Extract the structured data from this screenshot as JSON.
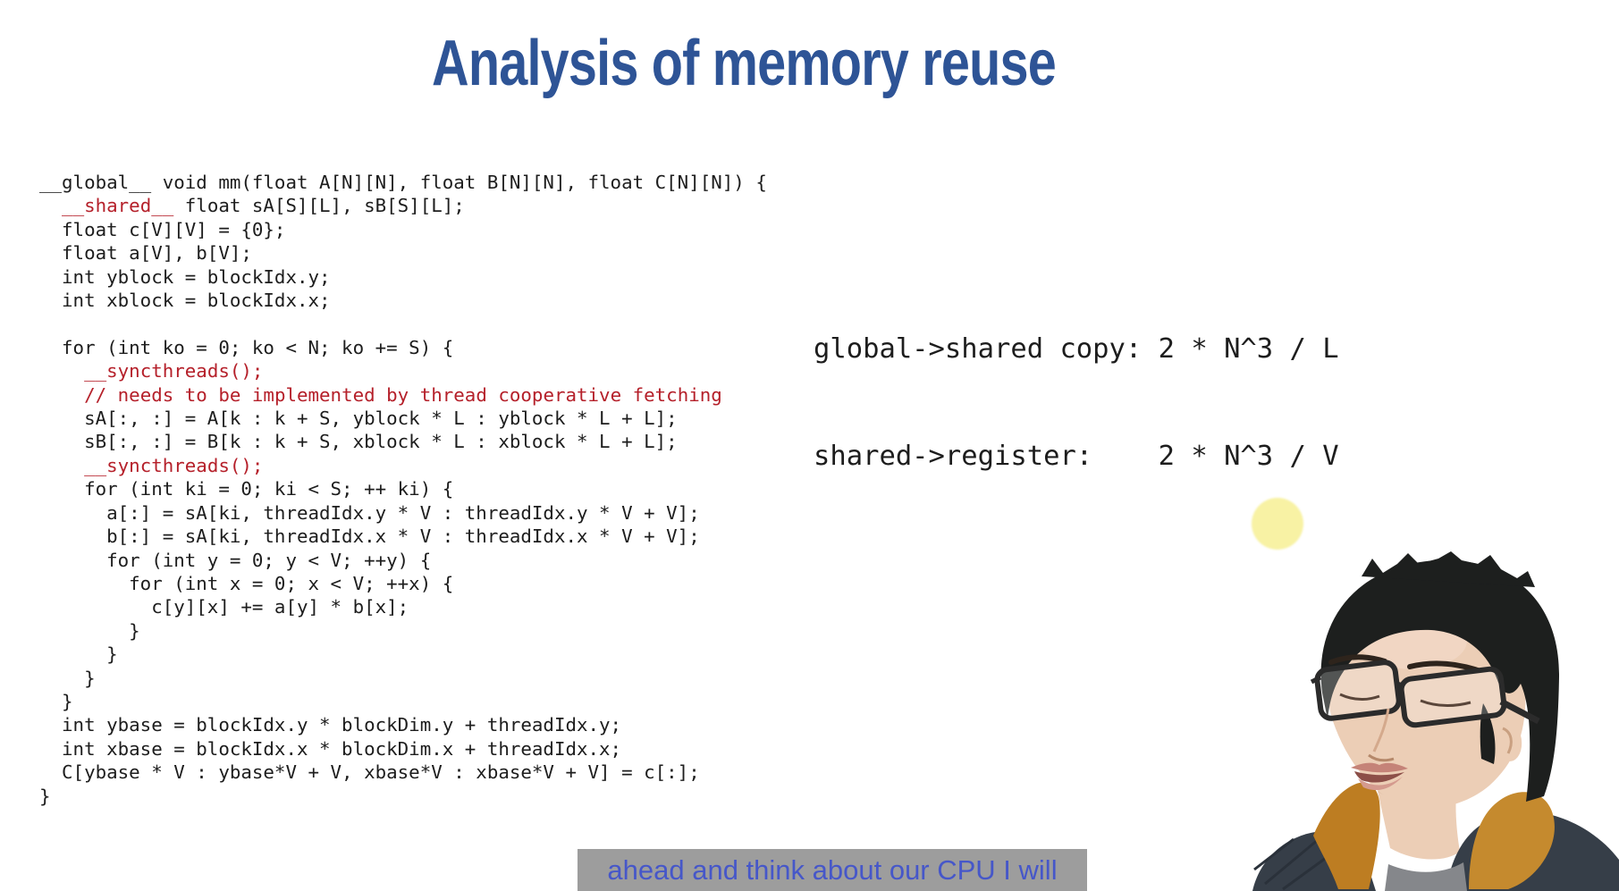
{
  "theme": {
    "bg": "#ffffff",
    "title_color": "#2e5496",
    "code_ink": "#1d1d1d",
    "code_red": "#b5202a",
    "caption_bg": "#9d9d9d",
    "caption_fg": "#4657c9",
    "pointer_color": "#f8f2a4",
    "presenter": {
      "hair": "#1d1f1e",
      "skin": "#ecceb6",
      "skin_shadow": "#c9a081",
      "jacket": "#363e48",
      "jacket_line": "#2a313a",
      "hood_lining": "#bd7d22",
      "hood_lining_bright": "#c58a2e",
      "shirt": "#85878b",
      "glasses": "#2b2b2b",
      "lips": "#c58378",
      "mouth_inner": "#8c4f48",
      "lower_lip": "#d49a8e"
    }
  },
  "title": "Analysis of memory reuse",
  "code": {
    "lines": [
      [
        {
          "t": "__global__ void mm(float A[N][N], float B[N][N], float C[N][N]) {",
          "c": "k"
        }
      ],
      [
        {
          "t": "  ",
          "c": "k"
        },
        {
          "t": "__shared__",
          "c": "r"
        },
        {
          "t": " float sA[S][L], sB[S][L];",
          "c": "k"
        }
      ],
      [
        {
          "t": "  float c[V][V] = {0};",
          "c": "k"
        }
      ],
      [
        {
          "t": "  float a[V], b[V];",
          "c": "k"
        }
      ],
      [
        {
          "t": "  int yblock = blockIdx.y;",
          "c": "k"
        }
      ],
      [
        {
          "t": "  int xblock = blockIdx.x;",
          "c": "k"
        }
      ],
      [
        {
          "t": "",
          "c": "k"
        }
      ],
      [
        {
          "t": "  for (int ko = 0; ko < N; ko += S) {",
          "c": "k"
        }
      ],
      [
        {
          "t": "    ",
          "c": "k"
        },
        {
          "t": "__syncthreads();",
          "c": "r"
        }
      ],
      [
        {
          "t": "    ",
          "c": "k"
        },
        {
          "t": "// needs to be implemented by thread cooperative fetching",
          "c": "r"
        }
      ],
      [
        {
          "t": "    sA[:, :] = A[k : k + S, yblock * L : yblock * L + L];",
          "c": "k"
        }
      ],
      [
        {
          "t": "    sB[:, :] = B[k : k + S, xblock * L : xblock * L + L];",
          "c": "k"
        }
      ],
      [
        {
          "t": "    ",
          "c": "k"
        },
        {
          "t": "__syncthreads();",
          "c": "r"
        }
      ],
      [
        {
          "t": "    for (int ki = 0; ki < S; ++ ki) {",
          "c": "k"
        }
      ],
      [
        {
          "t": "      a[:] = sA[ki, threadIdx.y * V : threadIdx.y * V + V];",
          "c": "k"
        }
      ],
      [
        {
          "t": "      b[:] = sA[ki, threadIdx.x * V : threadIdx.x * V + V];",
          "c": "k"
        }
      ],
      [
        {
          "t": "      for (int y = 0; y < V; ++y) {",
          "c": "k"
        }
      ],
      [
        {
          "t": "        for (int x = 0; x < V; ++x) {",
          "c": "k"
        }
      ],
      [
        {
          "t": "          c[y][x] += a[y] * b[x];",
          "c": "k"
        }
      ],
      [
        {
          "t": "        }",
          "c": "k"
        }
      ],
      [
        {
          "t": "      }",
          "c": "k"
        }
      ],
      [
        {
          "t": "    }",
          "c": "k"
        }
      ],
      [
        {
          "t": "  }",
          "c": "k"
        }
      ],
      [
        {
          "t": "  int ybase = blockIdx.y * blockDim.y + threadIdx.y;",
          "c": "k"
        }
      ],
      [
        {
          "t": "  int xbase = blockIdx.x * blockDim.x + threadIdx.x;",
          "c": "k"
        }
      ],
      [
        {
          "t": "  C[ybase * V : ybase*V + V, xbase*V : xbase*V + V] = c[:];",
          "c": "k"
        }
      ],
      [
        {
          "t": "}",
          "c": "k"
        }
      ]
    ]
  },
  "analysis": {
    "lines": [
      "global->shared copy: 2 * N^3 / L",
      "shared->register:    2 * N^3 / V"
    ]
  },
  "caption": {
    "text": "ahead and think about our CPU I will"
  }
}
